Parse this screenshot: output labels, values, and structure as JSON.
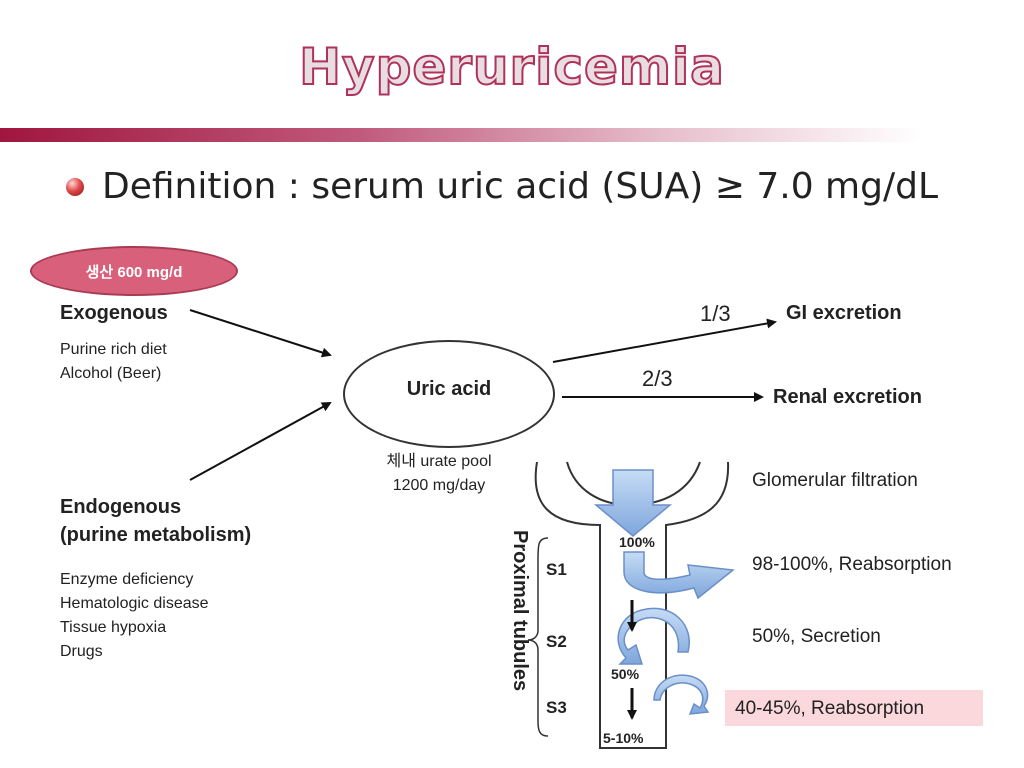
{
  "title": "Hyperuricemia",
  "definition": "Definition : serum uric acid (SUA) ≥ 7.0 mg/dL",
  "production_badge": "생산 600 mg/d",
  "exogenous": {
    "title": "Exogenous",
    "items": [
      "Purine rich diet",
      "Alcohol (Beer)"
    ]
  },
  "endogenous": {
    "title_line1": "Endogenous",
    "title_line2": "(purine metabolism)",
    "items": [
      "Enzyme deficiency",
      "Hematologic disease",
      "Tissue hypoxia",
      "Drugs"
    ]
  },
  "uric_acid": "Uric acid",
  "urate_pool": {
    "line1": "체내 urate pool",
    "line2": "1200 mg/day"
  },
  "excretion": {
    "gi_fraction": "1/3",
    "gi_label": "GI excretion",
    "renal_fraction": "2/3",
    "renal_label": "Renal excretion"
  },
  "kidney": {
    "glomerular": "Glomerular filtration",
    "reabsorption_1": "98-100%, Reabsorption",
    "secretion": "50%, Secretion",
    "reabsorption_2": "40-45%, Reabsorption",
    "proximal": "Proximal tubules",
    "segments": [
      "S1",
      "S2",
      "S3"
    ],
    "pct_100": "100%",
    "pct_50": "50%",
    "pct_5_10": "5-10%"
  },
  "colors": {
    "title_stroke": "#b0325a",
    "badge_fill": "#d9607a",
    "arrow_blue": "#8fb4e3",
    "highlight": "#fbd8dc"
  }
}
